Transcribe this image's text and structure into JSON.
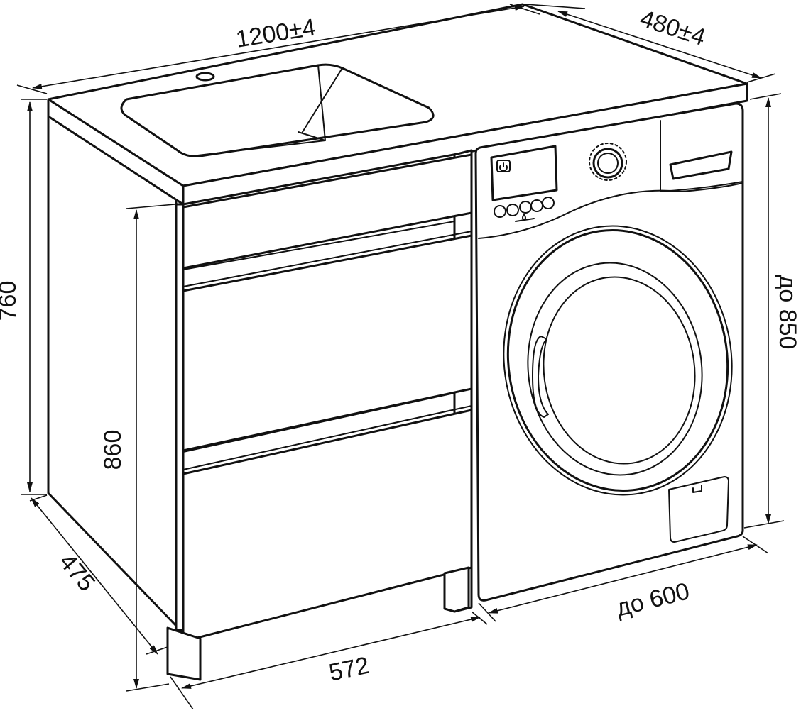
{
  "dimensions": {
    "width": "1200±4",
    "depth": "480±4",
    "cabinet_height": "760",
    "total_height": "860",
    "cabinet_depth": "475",
    "cabinet_width": "572",
    "machine_height": "до 850",
    "machine_width": "до 600"
  },
  "icons": [
    "power-icon",
    "program-dial-icon",
    "water-drop-icon",
    "detergent-drawer-icon",
    "service-hatch-icon"
  ]
}
